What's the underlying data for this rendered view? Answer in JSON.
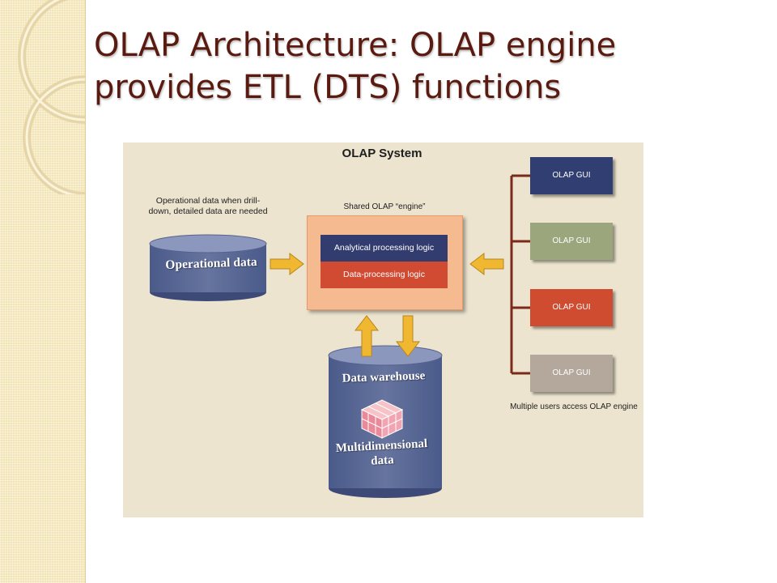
{
  "slide": {
    "title_line1": "OLAP Architecture: OLAP engine",
    "title_line2": "provides ETL (DTS) functions"
  },
  "diagram": {
    "system_title": "OLAP System",
    "operational_caption": "Operational data when drill-down, detailed data are needed",
    "operational_cylinder": "Operational data",
    "engine_caption": "Shared OLAP “engine”",
    "engine_rows": [
      "Analytical processing logic",
      "Data-processing logic"
    ],
    "warehouse_title": "Data warehouse",
    "warehouse_subtitle": "Multidimensional data",
    "gui_labels": [
      "OLAP GUI",
      "OLAP GUI",
      "OLAP GUI",
      "OLAP GUI"
    ],
    "users_caption": "Multiple users access OLAP engine",
    "icons": [
      "arrow-right-icon",
      "arrow-left-icon",
      "arrow-up-icon",
      "arrow-down-icon",
      "cube-icon",
      "bracket-connector-icon"
    ],
    "colors": {
      "background": "#ece4cf",
      "navy": "#303e72",
      "red": "#d04c30",
      "sage": "#9ca67d",
      "taupe": "#b4a89c",
      "engine_peach": "#f5ba8f",
      "arrow_gold": "#f0b830",
      "connector": "#7a2a1a",
      "title": "#5a1a10"
    }
  }
}
